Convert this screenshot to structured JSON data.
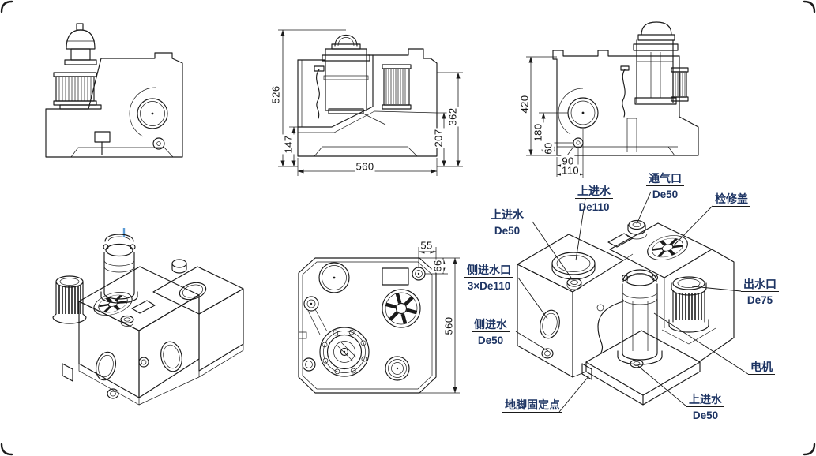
{
  "colors": {
    "line": "#1a1a1a",
    "label": "#1d3463",
    "accent_blue": "#5b9bd5",
    "background": "#ffffff"
  },
  "dims": {
    "front": {
      "total_height": "526",
      "base_height": "147",
      "tank_height": "362",
      "mid_height": "207",
      "width": "560"
    },
    "right": {
      "total_height": "420",
      "inlet_height": "180",
      "drain_height": "60",
      "offset_90": "90",
      "offset_110": "110"
    },
    "top": {
      "vent_x": "55",
      "vent_y": "66",
      "depth": "560"
    }
  },
  "callouts": [
    {
      "label": "上进水",
      "size": "De50"
    },
    {
      "label": "上进水",
      "size": "De110"
    },
    {
      "label": "通气口",
      "size": "De50"
    },
    {
      "label": "检修盖",
      "size": ""
    },
    {
      "label": "侧进水口",
      "size": "3×De110"
    },
    {
      "label": "出水口",
      "size": "De75"
    },
    {
      "label": "侧进水",
      "size": "De50"
    },
    {
      "label": "电机",
      "size": ""
    },
    {
      "label": "地脚固定点",
      "size": ""
    },
    {
      "label": "上进水",
      "size": "De50"
    }
  ]
}
